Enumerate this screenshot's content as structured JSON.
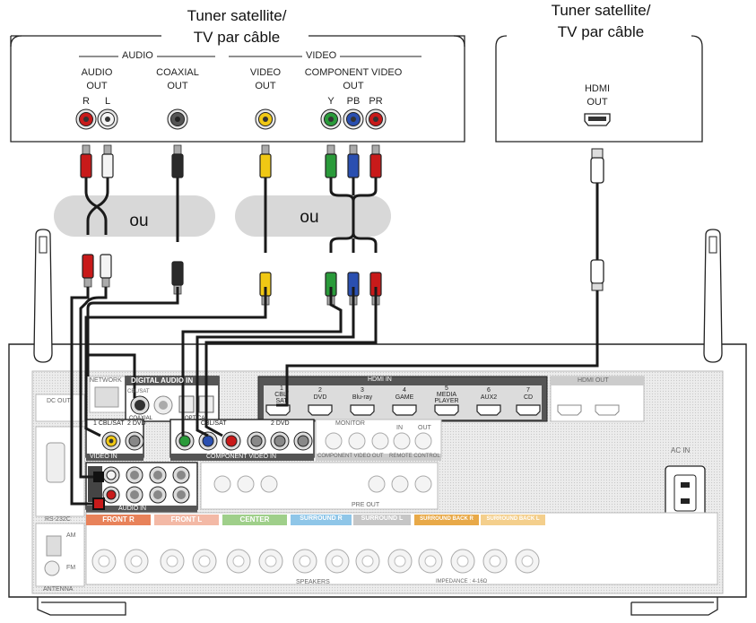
{
  "device_left": {
    "title": "Tuner satellite/\nTV par câble",
    "audio_section": "AUDIO",
    "video_section": "VIDEO",
    "audio_out": "AUDIO\nOUT",
    "audio_r": "R",
    "audio_l": "L",
    "coaxial_out": "COAXIAL\nOUT",
    "video_out": "VIDEO\nOUT",
    "component_video_out": "COMPONENT VIDEO\nOUT",
    "comp_y": "Y",
    "comp_pb": "PB",
    "comp_pr": "PR"
  },
  "device_right": {
    "title": "Tuner satellite/\nTV par câble",
    "hdmi_out": "HDMI\nOUT"
  },
  "alternatives": {
    "or_left": "ou",
    "or_right": "ou"
  },
  "receiver": {
    "network": "NETWORK",
    "digital_audio_in": "DIGITAL AUDIO IN",
    "coaxial": "COAXIAL",
    "optical": "OPTICAL",
    "cbl_sat_small": "CBL/SAT",
    "hdmi_in": "HDMI IN",
    "hdmi_out": "HDMI OUT",
    "hdmi_inputs": [
      {
        "num": "1",
        "name": "CBL/\nSAT"
      },
      {
        "num": "2",
        "name": "DVD"
      },
      {
        "num": "3",
        "name": "Blu-ray"
      },
      {
        "num": "4",
        "name": "GAME"
      },
      {
        "num": "5",
        "name": "MEDIA\nPLAYER"
      },
      {
        "num": "6",
        "name": "AUX2"
      },
      {
        "num": "7",
        "name": "CD"
      }
    ],
    "video_in": "VIDEO IN",
    "video_in_cbl": "1 CBL/SAT",
    "video_in_dvd": "2 DVD",
    "component_cbl": "1 CBL/SAT",
    "component_dvd": "2 DVD",
    "component_video_in": "COMPONENT VIDEO IN",
    "component_video_out": "COMPONENT VIDEO OUT",
    "monitor": "MONITOR",
    "remote_control": "REMOTE CONTROL",
    "remote_in": "IN",
    "remote_out": "OUT",
    "audio_in": "AUDIO IN",
    "pre_out": "PRE OUT",
    "dc_out": "DC OUT",
    "rs232c": "RS-232C",
    "antenna": "ANTENNA",
    "am": "AM",
    "fm": "FM",
    "ac_in": "AC IN",
    "speakers": "SPEAKERS",
    "impedance": "IMPEDANCE : 4-16Ω",
    "speaker_groups": [
      {
        "label": "FRONT R",
        "color": "#e8825a"
      },
      {
        "label": "FRONT L",
        "color": "#f3b9a6"
      },
      {
        "label": "CENTER",
        "color": "#9fcf8a"
      },
      {
        "label": "SURROUND R",
        "color": "#8fc6e8"
      },
      {
        "label": "SURROUND L",
        "color": "#c6c6c6"
      },
      {
        "label": "SURROUND BACK R",
        "color": "#e8a948"
      },
      {
        "label": "SURROUND BACK L",
        "color": "#f4cf8c"
      }
    ]
  },
  "colors": {
    "red": "#c81a1a",
    "white": "#f4f4f4",
    "yellow": "#f0c814",
    "green": "#2a9a3a",
    "blue": "#2a4fb0",
    "black": "#1a1a1a",
    "dark_panel": "#555555",
    "shade": "#d8d8d8"
  }
}
